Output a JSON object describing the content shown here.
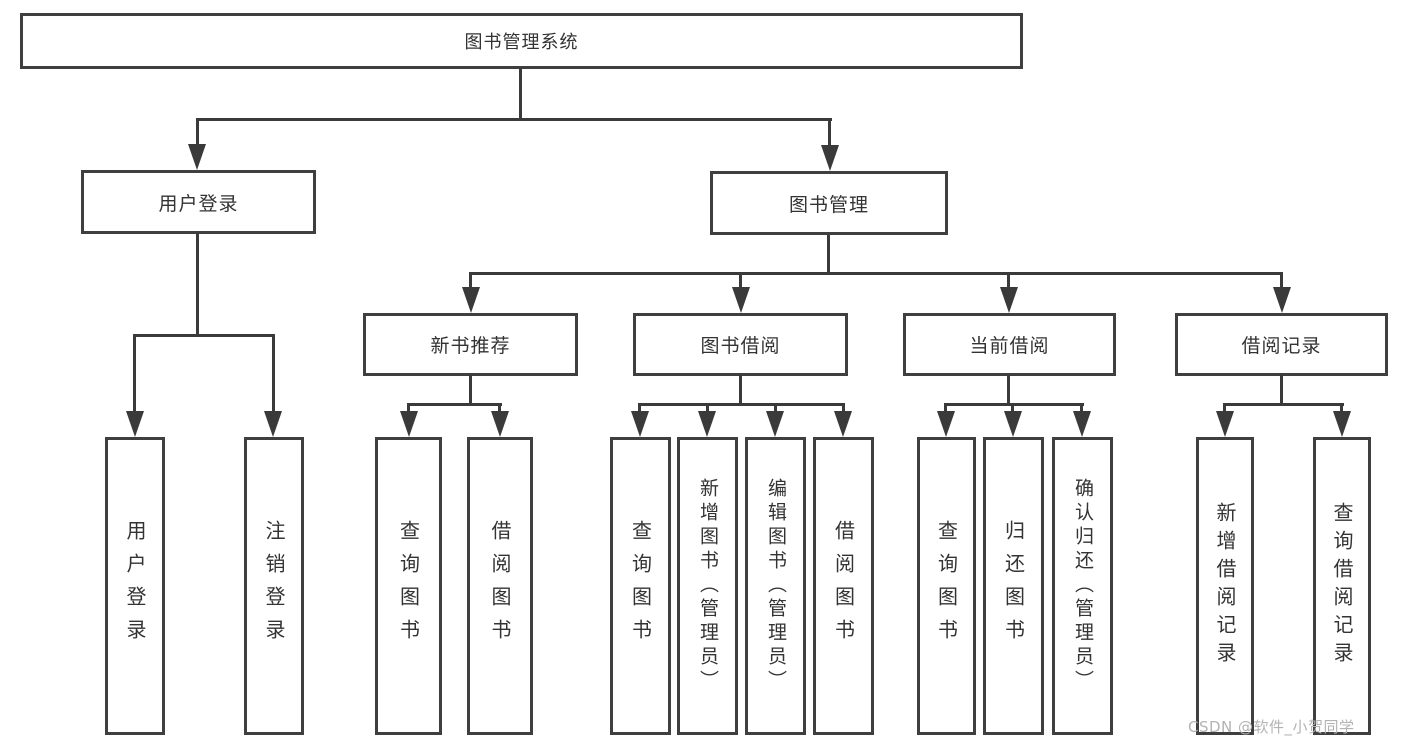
{
  "diagram": {
    "root": {
      "label": "图书管理系统"
    },
    "branches": [
      {
        "label": "用户登录",
        "children": [
          {
            "label": "用户登录"
          },
          {
            "label": "注销登录"
          }
        ]
      },
      {
        "label": "图书管理",
        "children": [
          {
            "label": "新书推荐",
            "children": [
              {
                "label": "查询图书"
              },
              {
                "label": "借阅图书"
              }
            ]
          },
          {
            "label": "图书借阅",
            "children": [
              {
                "label": "查询图书"
              },
              {
                "label": "新增图书（管理员）"
              },
              {
                "label": "编辑图书（管理员）"
              },
              {
                "label": "借阅图书"
              }
            ]
          },
          {
            "label": "当前借阅",
            "children": [
              {
                "label": "查询图书"
              },
              {
                "label": "归还图书"
              },
              {
                "label": "确认归还（管理员）"
              }
            ]
          },
          {
            "label": "借阅记录",
            "children": [
              {
                "label": "新增借阅记录"
              },
              {
                "label": "查询借阅记录"
              }
            ]
          }
        ]
      }
    ]
  },
  "watermark": {
    "text": "CSDN @软件_小贺同学"
  },
  "colors": {
    "background": "#ffffff",
    "box_border": "#3f3f3f",
    "connector": "#3a3a3a",
    "text": "#333333",
    "watermark": "#b3b3b3"
  }
}
